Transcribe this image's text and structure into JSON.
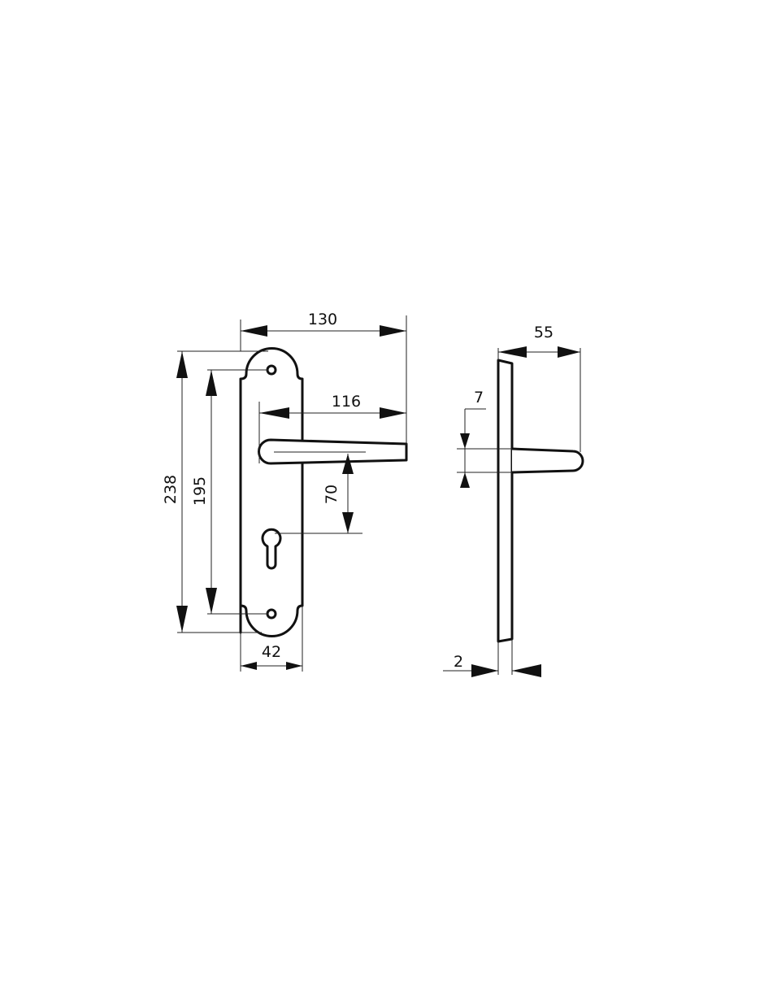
{
  "drawing": {
    "front_view": {
      "dimensions": {
        "overall_length": "130",
        "lever_length": "116",
        "lever_to_keyhole": "70",
        "plate_height": "238",
        "screw_spacing": "195",
        "plate_width": "42"
      }
    },
    "side_view": {
      "dimensions": {
        "projection": "55",
        "lever_thickness": "7",
        "plate_thickness": "2"
      }
    },
    "line_color": "#111111",
    "background": "#ffffff"
  }
}
